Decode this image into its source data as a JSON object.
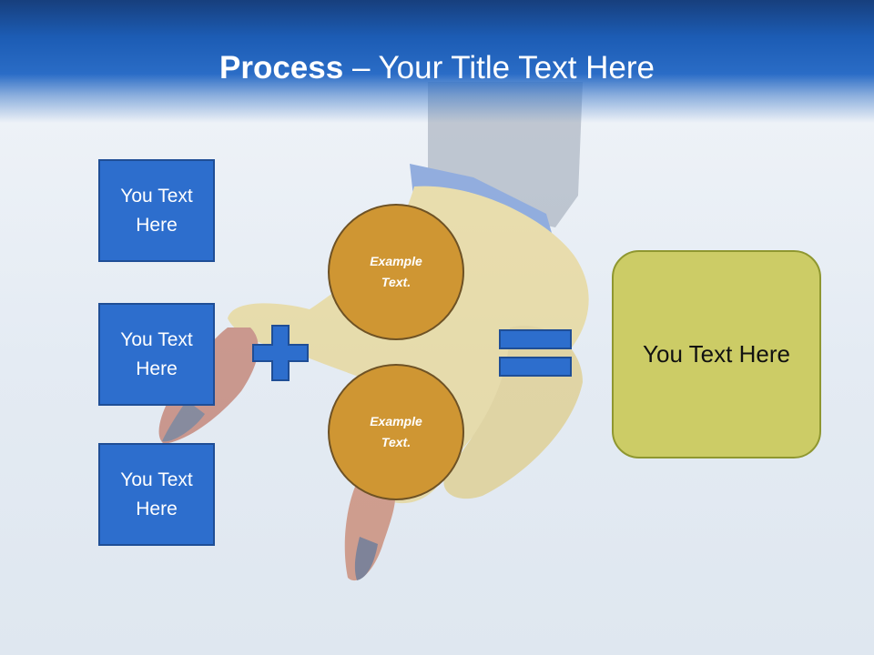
{
  "title": {
    "bold": "Process",
    "rest": " – Your Title Text Here"
  },
  "left_boxes": [
    {
      "line1": "You Text",
      "line2": "Here"
    },
    {
      "line1": "You Text",
      "line2": "Here"
    },
    {
      "line1": "You Text",
      "line2": "Here"
    }
  ],
  "circles": [
    {
      "line1": "Example",
      "line2": "Text."
    },
    {
      "line1": "Example",
      "line2": "Text."
    }
  ],
  "result": {
    "text": "You Text Here"
  },
  "icons": {
    "operator": "plus-icon",
    "result_operator": "equals-icon"
  },
  "colors": {
    "header_blue": "#1c5cb4",
    "box_blue": "#2d6ecd",
    "circle_gold": "#cf9633",
    "result_olive": "#cccc66"
  }
}
